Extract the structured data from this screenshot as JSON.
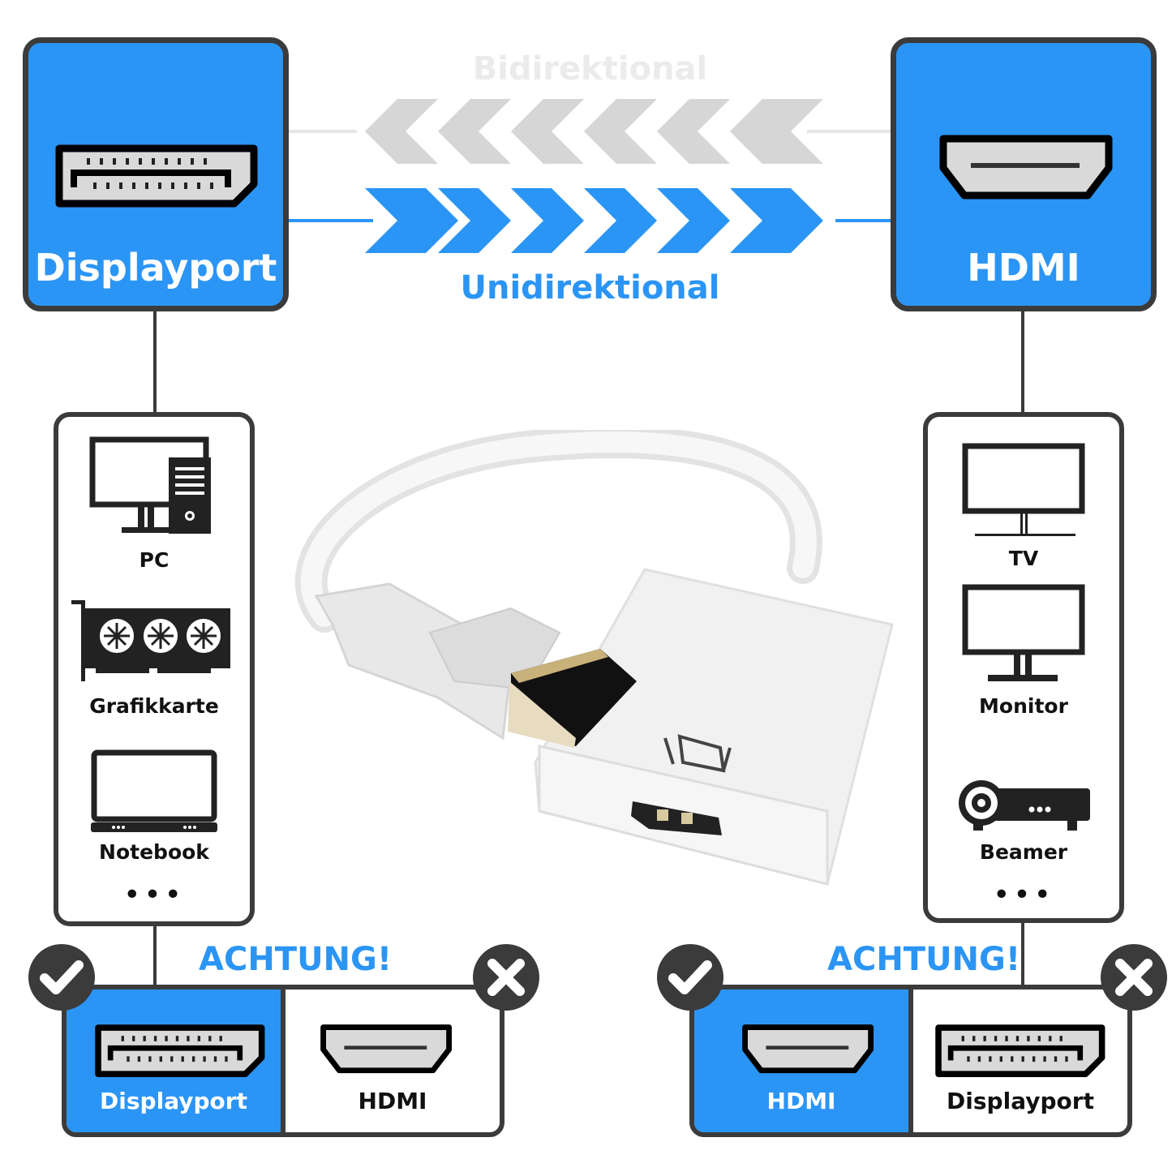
{
  "colors": {
    "accent": "#2b95f5",
    "dark": "#3b3b3b",
    "grey": "#d8d8d8"
  },
  "top": {
    "left_port": {
      "label": "Displayport",
      "icon": "displayport-icon"
    },
    "right_port": {
      "label": "HDMI",
      "icon": "hdmi-icon"
    },
    "bidirectional_label": "Bidirektional",
    "unidirectional_label": "Unidirektional"
  },
  "left_devices": {
    "items": [
      {
        "label": "PC",
        "icon": "pc-icon"
      },
      {
        "label": "Grafikkarte",
        "icon": "graphics-card-icon"
      },
      {
        "label": "Notebook",
        "icon": "notebook-icon"
      }
    ],
    "more": "•••"
  },
  "right_devices": {
    "items": [
      {
        "label": "TV",
        "icon": "tv-icon"
      },
      {
        "label": "Monitor",
        "icon": "monitor-icon"
      },
      {
        "label": "Beamer",
        "icon": "projector-icon"
      }
    ],
    "more": "•••"
  },
  "warnings": [
    {
      "title": "ACHTUNG!",
      "ok_label": "Displayport",
      "bad_label": "HDMI"
    },
    {
      "title": "ACHTUNG!",
      "ok_label": "HDMI",
      "bad_label": "Displayport"
    }
  ]
}
